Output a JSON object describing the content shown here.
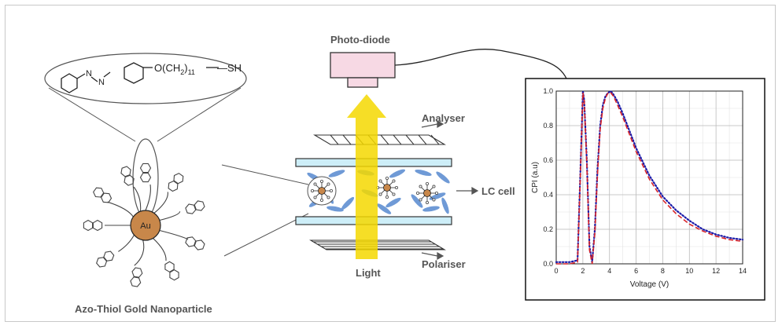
{
  "labels": {
    "photodiode": "Photo-diode",
    "analyser": "Analyser",
    "lc_cell": "LC cell",
    "light": "Light",
    "polariser": "Polariser",
    "nanoparticle_title": "Azo-Thiol Gold Nanoparticle",
    "au": "Au",
    "chain": "O(CH",
    "chain_sub1": "2",
    "chain_close": ")",
    "chain_sub2": "11",
    "thiol": "—SH",
    "azo_n1": "N",
    "azo_n2": "N"
  },
  "colors": {
    "photodiode_fill": "#f7d9e4",
    "glass_fill": "#cdeef8",
    "lc_molecule": "#6f9ad6",
    "arrow_yellow": "#f5d800",
    "gold": "#c8874a",
    "series_blue": "#1a1aa8",
    "series_red": "#d8242a"
  },
  "chart_data": {
    "type": "line",
    "xlabel": "Voltage (V)",
    "ylabel": "CPI (a.u)",
    "xlim": [
      0,
      14
    ],
    "ylim": [
      0,
      1.0
    ],
    "xticks": [
      "0",
      "2",
      "4",
      "6",
      "8",
      "10",
      "12",
      "14"
    ],
    "yticks": [
      "0.0",
      "0.2",
      "0.4",
      "0.6",
      "0.8",
      "1.0"
    ],
    "grid": true,
    "series": [
      {
        "color": "#1a1aa8",
        "style": "dotted",
        "x": [
          0,
          1,
          1.6,
          1.8,
          2.0,
          2.1,
          2.3,
          2.5,
          2.7,
          2.9,
          3.1,
          3.3,
          3.5,
          3.7,
          3.9,
          4.1,
          4.3,
          4.6,
          5.0,
          5.5,
          6,
          7,
          8,
          9,
          10,
          11,
          12,
          13,
          14
        ],
        "y": [
          0.01,
          0.01,
          0.02,
          0.5,
          1.0,
          0.95,
          0.6,
          0.1,
          0.01,
          0.2,
          0.55,
          0.8,
          0.92,
          0.97,
          0.99,
          1.0,
          0.98,
          0.94,
          0.87,
          0.77,
          0.67,
          0.51,
          0.39,
          0.31,
          0.25,
          0.2,
          0.17,
          0.15,
          0.14
        ]
      },
      {
        "color": "#d8242a",
        "style": "dashed",
        "x": [
          0,
          1,
          1.6,
          1.8,
          2.0,
          2.1,
          2.3,
          2.5,
          2.7,
          2.9,
          3.1,
          3.3,
          3.5,
          3.7,
          3.9,
          4.1,
          4.3,
          4.6,
          5.0,
          5.5,
          6,
          7,
          8,
          9,
          10,
          11,
          12,
          13,
          14
        ],
        "y": [
          0.0,
          0.0,
          0.01,
          0.48,
          0.99,
          0.95,
          0.58,
          0.08,
          0.0,
          0.18,
          0.52,
          0.78,
          0.9,
          0.96,
          0.99,
          0.99,
          0.97,
          0.92,
          0.85,
          0.75,
          0.65,
          0.49,
          0.37,
          0.29,
          0.23,
          0.19,
          0.16,
          0.14,
          0.13
        ]
      }
    ]
  }
}
